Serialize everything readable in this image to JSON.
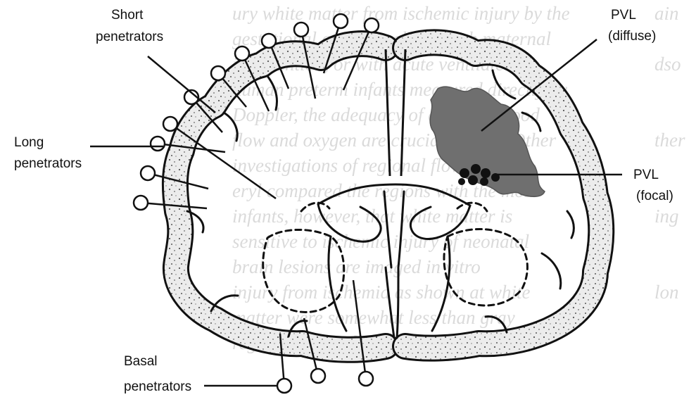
{
  "labels": {
    "short_1": "Short",
    "short_2": "penetrators",
    "long_1": "Long",
    "long_2": "penetrators",
    "basal_1": "Basal",
    "basal_2": "penetrators",
    "pvl_diffuse_1": "PVL",
    "pvl_diffuse_2": "(diffuse)",
    "pvl_focal_1": "PVL",
    "pvl_focal_2": "(focal)"
  },
  "colors": {
    "background": "#ffffff",
    "ink": "#111111",
    "cortex_fill": "#e6e6e6",
    "lesion_fill": "#6f6f6f",
    "show_through_text": "#bdbdbd"
  }
}
